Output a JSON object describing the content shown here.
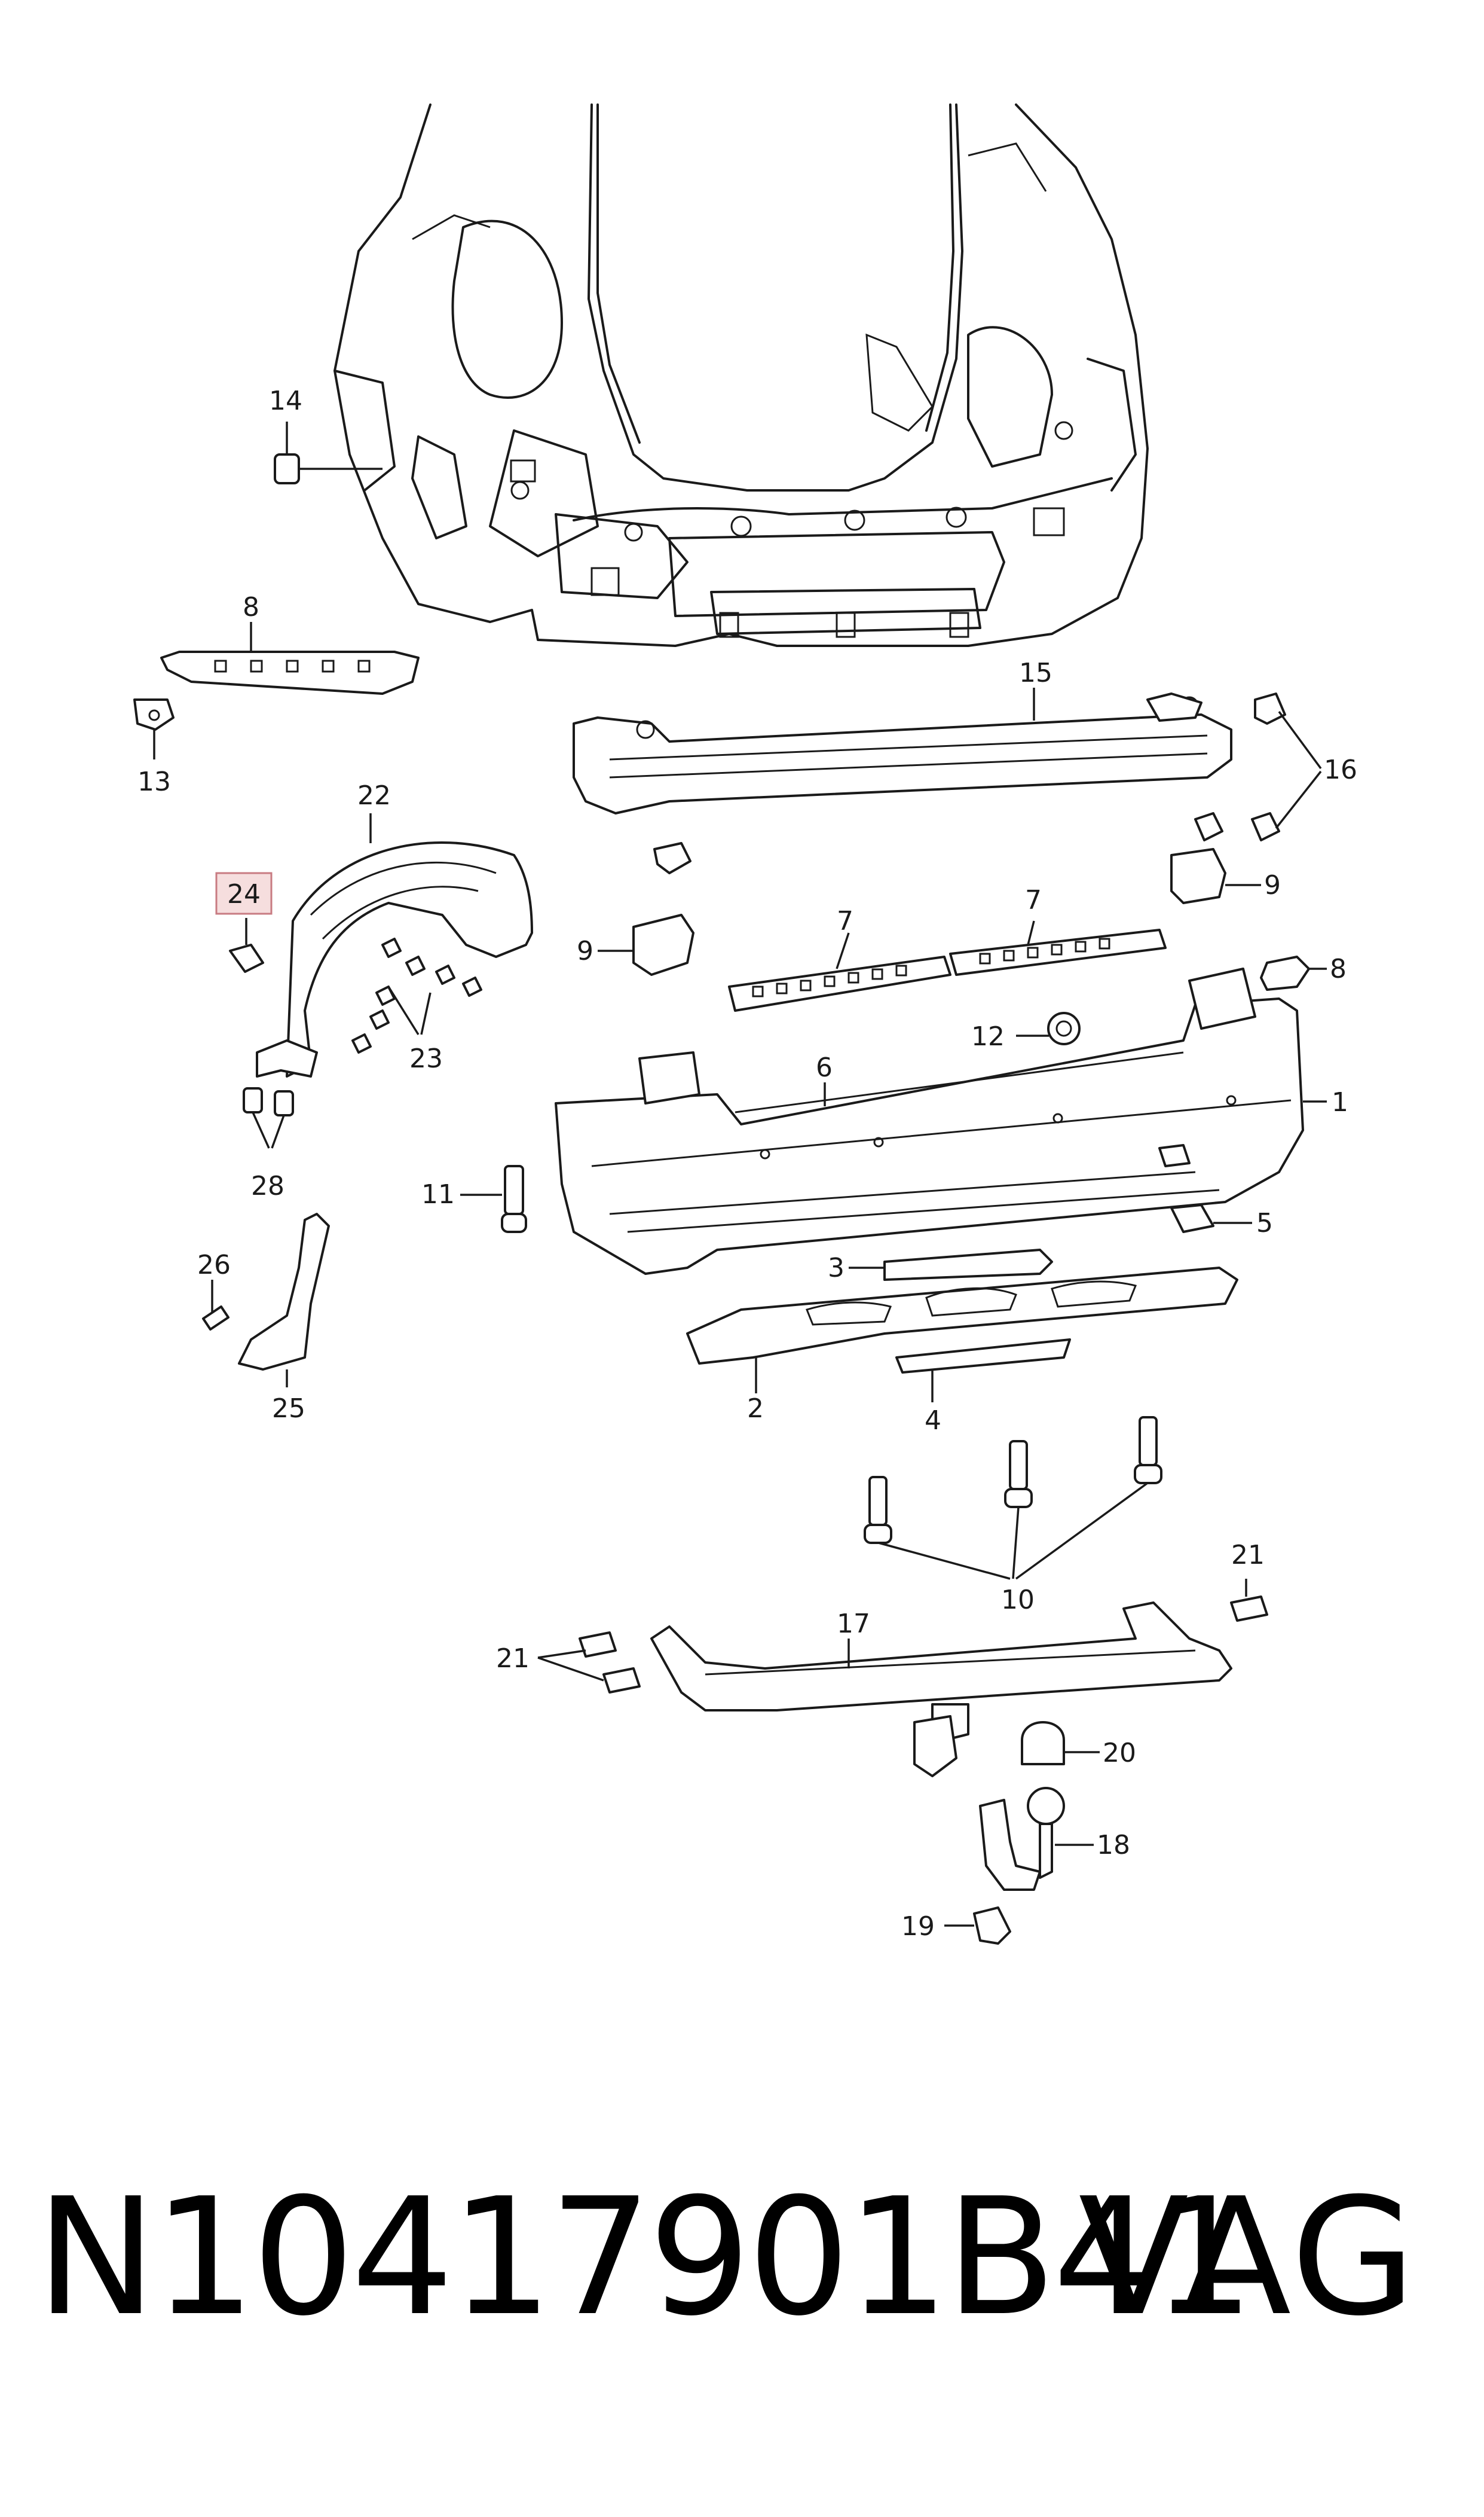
{
  "callouts": {
    "c1": "1",
    "c2": "2",
    "c3": "3",
    "c4": "4",
    "c5": "5",
    "c6": "6",
    "c7a": "7",
    "c7b": "7",
    "c8a": "8",
    "c8b": "8",
    "c9a": "9",
    "c9b": "9",
    "c10": "10",
    "c11": "11",
    "c12": "12",
    "c13": "13",
    "c14": "14",
    "c15": "15",
    "c16": "16",
    "c17": "17",
    "c18": "18",
    "c19": "19",
    "c20": "20",
    "c21a": "21",
    "c21b": "21",
    "c22": "22",
    "c23": "23",
    "c24": "24",
    "c25": "25",
    "c26": "26",
    "c28": "28"
  },
  "highlighted_callout": "24",
  "highlight_color": "#f6dede",
  "footer": {
    "part_number": "N10417901B41",
    "brand": "VAG"
  }
}
